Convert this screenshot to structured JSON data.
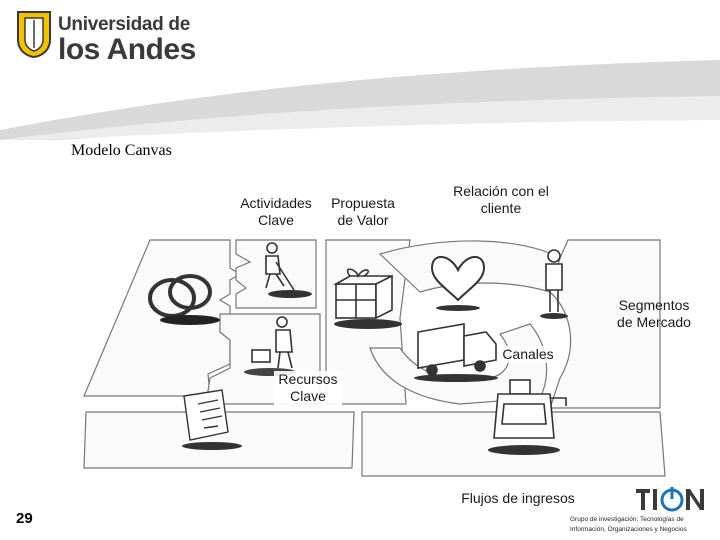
{
  "header": {
    "logo_line1": "Universidad de",
    "logo_line2": "los Andes"
  },
  "slide": {
    "title": "Modelo Canvas",
    "page_number": "29"
  },
  "canvas": {
    "actividades_clave": "Actividades Clave",
    "propuesta_de_valor": "Propuesta de Valor",
    "relacion_con_el_cliente": "Relación con el cliente",
    "segmentos_de_mercado": "Segmentos de Mercado",
    "canales": "Canales",
    "recursos_clave": "Recursos Clave",
    "flujos_de_ingresos": "Flujos de ingresos"
  },
  "footer": {
    "brand": "TION",
    "caption": "Grupo de investigación: Tecnologías de Información, Organizaciones y Negocios"
  },
  "colors": {
    "band_gray": "#d9d9d9",
    "logo_yellow": "#f2c200",
    "text_dark": "#3a3a3a",
    "tion_blue": "#1b75bb"
  }
}
